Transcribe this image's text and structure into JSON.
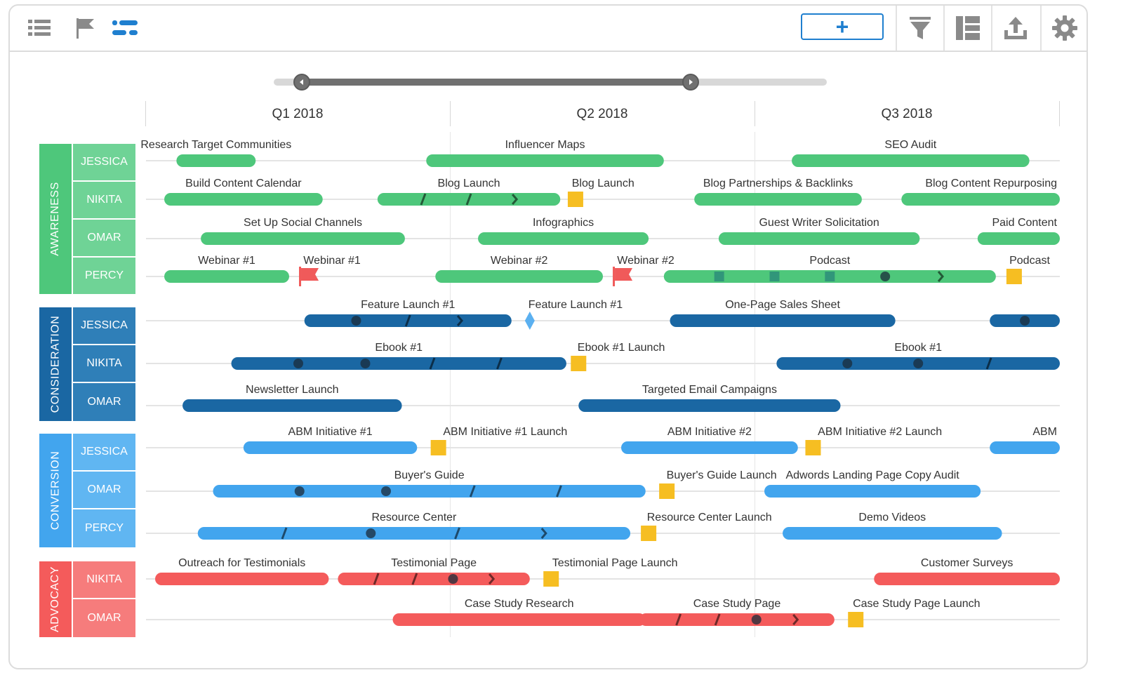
{
  "toolbar": {
    "left_icons": [
      "list-icon",
      "flag-icon",
      "timeline-icon"
    ],
    "add_label": "+",
    "right_icons": [
      "filter-icon",
      "layout-icon",
      "export-icon",
      "gear-icon"
    ],
    "colors": {
      "accent": "#1f7fcf",
      "icon": "#8a8a8a"
    }
  },
  "timeline": {
    "quarters": [
      "Q1 2018",
      "Q2 2018",
      "Q3 2018"
    ]
  },
  "colors": {
    "awareness": "#4ec77b",
    "awareness_light": "#6fd396",
    "consideration": "#1a67a3",
    "consideration_light": "#2f7fb8",
    "conversion": "#42a5ee",
    "conversion_light": "#60b6f2",
    "advocacy": "#f45b5b",
    "advocacy_light": "#f67c7c",
    "milestone": "#f6be22",
    "flag": "#f05a5a",
    "diamond": "#5bb0f0"
  },
  "lanes": [
    {
      "group": "AWARENESS",
      "key": "awareness",
      "people": [
        "JESSICA",
        "NIKITA",
        "OMAR",
        "PERCY"
      ]
    },
    {
      "group": "CONSIDERATION",
      "key": "consideration",
      "people": [
        "JESSICA",
        "NIKITA",
        "OMAR"
      ]
    },
    {
      "group": "CONVERSION",
      "key": "conversion",
      "people": [
        "JESSICA",
        "OMAR",
        "PERCY"
      ]
    },
    {
      "group": "ADVOCACY",
      "key": "advocacy",
      "people": [
        "NIKITA",
        "OMAR"
      ]
    }
  ],
  "rows": [
    {
      "key": "awareness",
      "bars": [
        {
          "label": "Research Target Communities",
          "start": 0.1,
          "end": 0.36
        },
        {
          "label": "Influencer Maps",
          "start": 0.92,
          "end": 1.7
        },
        {
          "label": "SEO Audit",
          "start": 2.12,
          "end": 2.9
        }
      ]
    },
    {
      "key": "awareness",
      "bars": [
        {
          "label": "Build Content Calendar",
          "start": 0.06,
          "end": 0.58
        },
        {
          "label": "Blog Launch",
          "start": 0.76,
          "end": 1.36,
          "marks": [
            "slash",
            "slash",
            "chev"
          ]
        },
        {
          "label": "Blog Partnerships & Backlinks",
          "start": 1.8,
          "end": 2.35
        },
        {
          "label": "Blog Content Repurposing",
          "start": 2.48,
          "end": 3.0
        }
      ],
      "milestones": [
        {
          "label": "Blog Launch",
          "type": "square",
          "at": 1.41
        }
      ]
    },
    {
      "key": "awareness",
      "bars": [
        {
          "label": "Set Up Social Channels",
          "start": 0.18,
          "end": 0.85
        },
        {
          "label": "Infographics",
          "start": 1.09,
          "end": 1.65
        },
        {
          "label": "Guest Writer Solicitation",
          "start": 1.88,
          "end": 2.54
        },
        {
          "label": "Paid Content",
          "start": 2.73,
          "end": 3.0
        }
      ]
    },
    {
      "key": "awareness",
      "bars": [
        {
          "label": "Webinar #1",
          "start": 0.06,
          "end": 0.47
        },
        {
          "label": "Webinar #2",
          "start": 0.95,
          "end": 1.5
        },
        {
          "label": "Podcast",
          "start": 1.7,
          "end": 2.79,
          "marks": [
            "square",
            "square",
            "square",
            "dot",
            "chev"
          ]
        }
      ],
      "milestones": [
        {
          "label": "Webinar #1",
          "type": "flag",
          "at": 0.53
        },
        {
          "label": "Webinar #2",
          "type": "flag",
          "at": 1.56
        },
        {
          "label": "Podcast",
          "type": "square",
          "at": 2.85
        }
      ]
    },
    {
      "key": "consideration",
      "bars": [
        {
          "label": "Feature Launch #1",
          "start": 0.52,
          "end": 1.2,
          "marks": [
            "dot",
            "slash",
            "chev"
          ]
        },
        {
          "label": "One-Page Sales Sheet",
          "start": 1.72,
          "end": 2.46
        },
        {
          "label": "",
          "start": 2.77,
          "end": 3.0,
          "marks": [
            "dot"
          ]
        }
      ],
      "milestones": [
        {
          "label": "Feature Launch #1",
          "type": "diamond",
          "at": 1.26
        }
      ]
    },
    {
      "key": "consideration",
      "bars": [
        {
          "label": "Ebook #1",
          "start": 0.28,
          "end": 1.38,
          "marks": [
            "dot",
            "dot",
            "slash",
            "slash"
          ]
        },
        {
          "label": "Ebook #1",
          "start": 2.07,
          "end": 3.0,
          "marks": [
            "dot",
            "dot",
            "slash"
          ]
        }
      ],
      "milestones": [
        {
          "label": "Ebook  #1 Launch",
          "type": "square",
          "at": 1.42
        }
      ]
    },
    {
      "key": "consideration",
      "bars": [
        {
          "label": "Newsletter Launch",
          "start": 0.12,
          "end": 0.84
        },
        {
          "label": "Targeted Email Campaigns",
          "start": 1.42,
          "end": 2.28
        }
      ]
    },
    {
      "key": "conversion",
      "bars": [
        {
          "label": "ABM Initiative #1",
          "start": 0.32,
          "end": 0.89
        },
        {
          "label": "ABM Initiative #2",
          "start": 1.56,
          "end": 2.14
        },
        {
          "label": "ABM",
          "start": 2.77,
          "end": 3.0
        }
      ],
      "milestones": [
        {
          "label": "ABM Initiative #1 Launch",
          "type": "square",
          "at": 0.96
        },
        {
          "label": "ABM Initiative #2 Launch",
          "type": "square",
          "at": 2.19
        }
      ]
    },
    {
      "key": "conversion",
      "bars": [
        {
          "label": "Buyer's Guide",
          "start": 0.22,
          "end": 1.64,
          "marks": [
            "dot",
            "dot",
            "slash",
            "slash"
          ]
        },
        {
          "label": "Adwords Landing Page Copy Audit",
          "start": 2.03,
          "end": 2.74
        }
      ],
      "milestones": [
        {
          "label": "Buyer's Guide Launch",
          "type": "square",
          "at": 1.71
        }
      ]
    },
    {
      "key": "conversion",
      "bars": [
        {
          "label": "Resource Center",
          "start": 0.17,
          "end": 1.59,
          "marks": [
            "slash",
            "dot",
            "slash",
            "chev"
          ]
        },
        {
          "label": "Demo Videos",
          "start": 2.09,
          "end": 2.81
        }
      ],
      "milestones": [
        {
          "label": "Resource Center Launch",
          "type": "square",
          "at": 1.65
        }
      ]
    },
    {
      "key": "advocacy",
      "bars": [
        {
          "label": "Outreach for Testimonials",
          "start": 0.03,
          "end": 0.6
        },
        {
          "label": "Testimonial Page",
          "start": 0.63,
          "end": 1.26,
          "marks": [
            "slash",
            "slash",
            "dot",
            "chev"
          ]
        },
        {
          "label": "Customer Surveys",
          "start": 2.39,
          "end": 3.0
        }
      ],
      "milestones": [
        {
          "label": "Testimonial Page Launch",
          "type": "square",
          "at": 1.33
        }
      ]
    },
    {
      "key": "advocacy",
      "bars": [
        {
          "label": "Case Study Research",
          "start": 0.81,
          "end": 1.64
        },
        {
          "label": "Case Study Page",
          "start": 1.62,
          "end": 2.26,
          "marks": [
            "slash",
            "slash",
            "dot",
            "chev"
          ]
        }
      ],
      "milestones": [
        {
          "label": "Case Study Page Launch",
          "type": "square",
          "at": 2.33
        }
      ]
    }
  ]
}
